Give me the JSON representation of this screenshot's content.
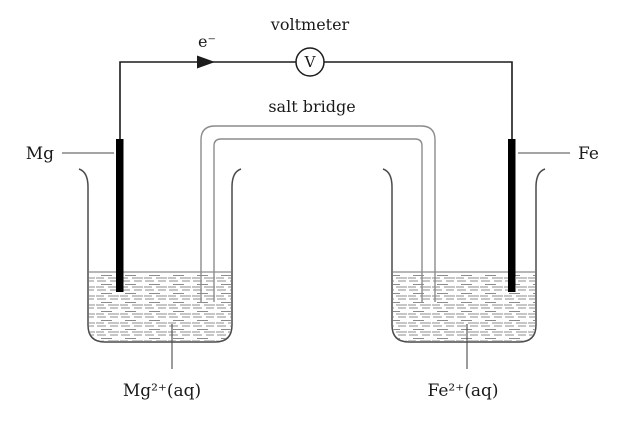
{
  "diagram": {
    "type": "galvanic-cell",
    "labels": {
      "voltmeter": "voltmeter",
      "voltmeter_symbol": "V",
      "electron_flow": "e⁻",
      "salt_bridge": "salt bridge",
      "left_electrode": "Mg",
      "right_electrode": "Fe",
      "left_solution": "Mg²⁺(aq)",
      "right_solution": "Fe²⁺(aq)"
    },
    "colors": {
      "wire": "#1c1c1c",
      "electrode": "#000000",
      "beaker": "#4a4a4a",
      "salt_bridge": "#8c8c8c",
      "solution": "#8c8c8c",
      "text": "#1a1a1a",
      "background": "#ffffff"
    }
  }
}
